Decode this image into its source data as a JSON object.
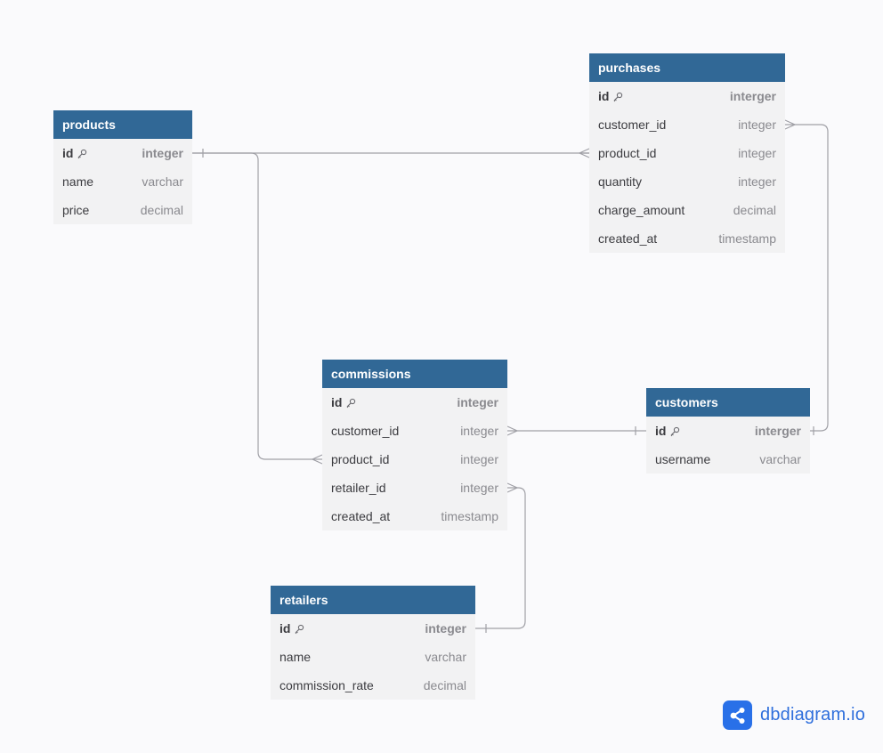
{
  "tables": [
    {
      "id": "products",
      "name": "products",
      "columns": [
        {
          "name": "id",
          "type": "integer",
          "pk": true
        },
        {
          "name": "name",
          "type": "varchar",
          "pk": false
        },
        {
          "name": "price",
          "type": "decimal",
          "pk": false
        }
      ]
    },
    {
      "id": "purchases",
      "name": "purchases",
      "columns": [
        {
          "name": "id",
          "type": "interger",
          "pk": true
        },
        {
          "name": "customer_id",
          "type": "integer",
          "pk": false
        },
        {
          "name": "product_id",
          "type": "integer",
          "pk": false
        },
        {
          "name": "quantity",
          "type": "integer",
          "pk": false
        },
        {
          "name": "charge_amount",
          "type": "decimal",
          "pk": false
        },
        {
          "name": "created_at",
          "type": "timestamp",
          "pk": false
        }
      ]
    },
    {
      "id": "commissions",
      "name": "commissions",
      "columns": [
        {
          "name": "id",
          "type": "integer",
          "pk": true
        },
        {
          "name": "customer_id",
          "type": "integer",
          "pk": false
        },
        {
          "name": "product_id",
          "type": "integer",
          "pk": false
        },
        {
          "name": "retailer_id",
          "type": "integer",
          "pk": false
        },
        {
          "name": "created_at",
          "type": "timestamp",
          "pk": false
        }
      ]
    },
    {
      "id": "customers",
      "name": "customers",
      "columns": [
        {
          "name": "id",
          "type": "interger",
          "pk": true
        },
        {
          "name": "username",
          "type": "varchar",
          "pk": false
        }
      ]
    },
    {
      "id": "retailers",
      "name": "retailers",
      "columns": [
        {
          "name": "id",
          "type": "integer",
          "pk": true
        },
        {
          "name": "name",
          "type": "varchar",
          "pk": false
        },
        {
          "name": "commission_rate",
          "type": "decimal",
          "pk": false
        }
      ]
    }
  ],
  "relationships": [
    {
      "from": "products.id",
      "to": "purchases.product_id",
      "cardinality": "one-to-many"
    },
    {
      "from": "products.id",
      "to": "commissions.product_id",
      "cardinality": "one-to-many"
    },
    {
      "from": "customers.id",
      "to": "purchases.customer_id",
      "cardinality": "one-to-many"
    },
    {
      "from": "customers.id",
      "to": "commissions.customer_id",
      "cardinality": "one-to-many"
    },
    {
      "from": "retailers.id",
      "to": "commissions.retailer_id",
      "cardinality": "one-to-many"
    }
  ],
  "brand": {
    "text": "dbdiagram.io",
    "icon": "share-nodes-icon"
  },
  "colors": {
    "header": "#316896",
    "table_body": "#f2f2f3",
    "connector": "#a0a0a6",
    "brand": "#2970e8"
  }
}
